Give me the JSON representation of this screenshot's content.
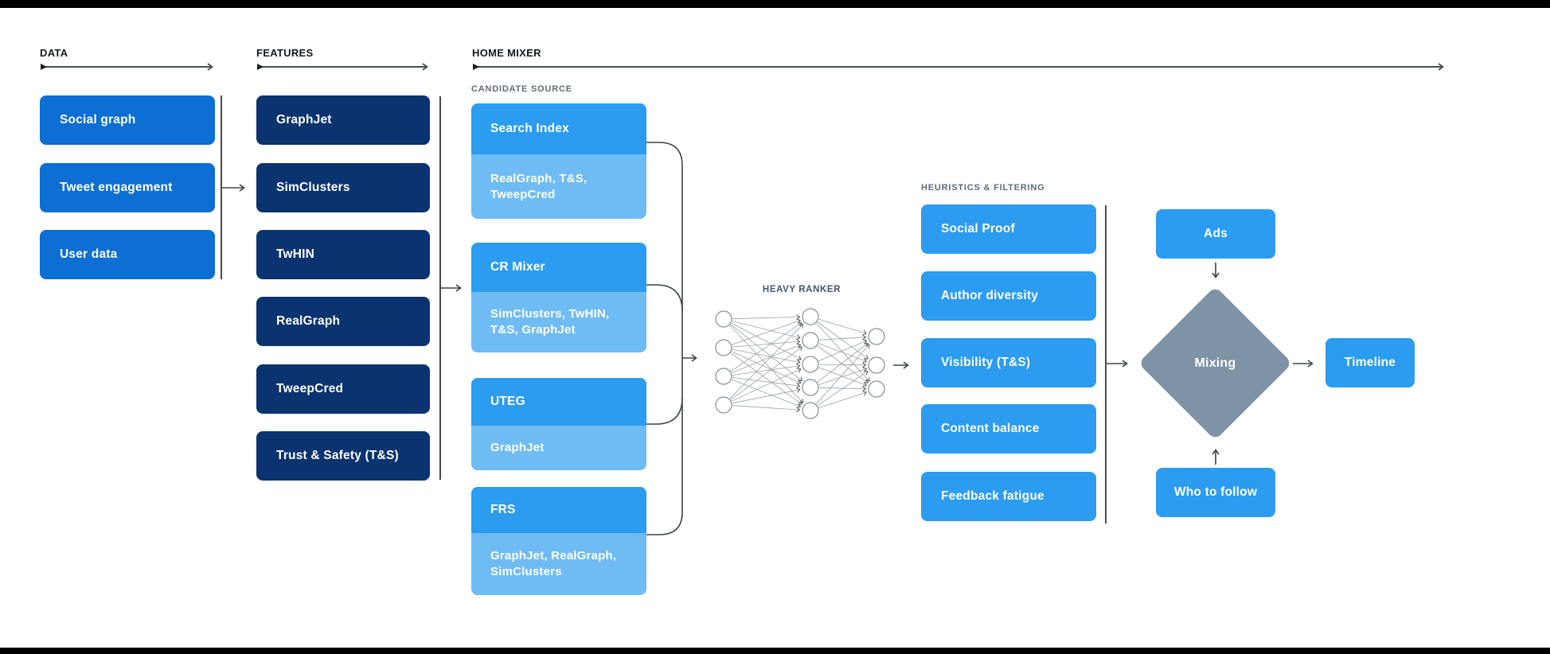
{
  "colors": {
    "data_box": "#0d6ed4",
    "feature_box": "#0b336f",
    "primary_box": "#2b9cf0",
    "sub_box": "#6fbbf4",
    "diamond": "#7e93a5",
    "connector_line": "#3d4347",
    "divider_line": "#1d2023",
    "section_label": "#16191d",
    "muted_label": "#5f6b7a",
    "ranker_label": "#44566b"
  },
  "header": {
    "data": "DATA",
    "features": "FEATURES",
    "home_mixer": "HOME MIXER"
  },
  "data_column": {
    "items": [
      "Social graph",
      "Tweet engagement",
      "User data"
    ]
  },
  "features_column": {
    "items": [
      "GraphJet",
      "SimClusters",
      "TwHIN",
      "RealGraph",
      "TweepCred",
      "Trust & Safety (T&S)"
    ]
  },
  "candidate_source": {
    "label": "CANDIDATE SOURCE",
    "groups": [
      {
        "title": "Search Index",
        "deps": "RealGraph, T&S, TweepCred"
      },
      {
        "title": "CR Mixer",
        "deps": "SimClusters, TwHIN, T&S, GraphJet"
      },
      {
        "title": "UTEG",
        "deps": "GraphJet"
      },
      {
        "title": "FRS",
        "deps": "GraphJet, RealGraph, SimClusters"
      }
    ]
  },
  "heavy_ranker": {
    "label": "HEAVY RANKER"
  },
  "heuristics": {
    "label": "HEURISTICS & FILTERING",
    "items": [
      "Social Proof",
      "Author diversity",
      "Visibility (T&S)",
      "Content balance",
      "Feedback fatigue"
    ]
  },
  "mixing": {
    "ads": "Ads",
    "diamond": "Mixing",
    "who_to_follow": "Who to follow",
    "timeline": "Timeline"
  }
}
